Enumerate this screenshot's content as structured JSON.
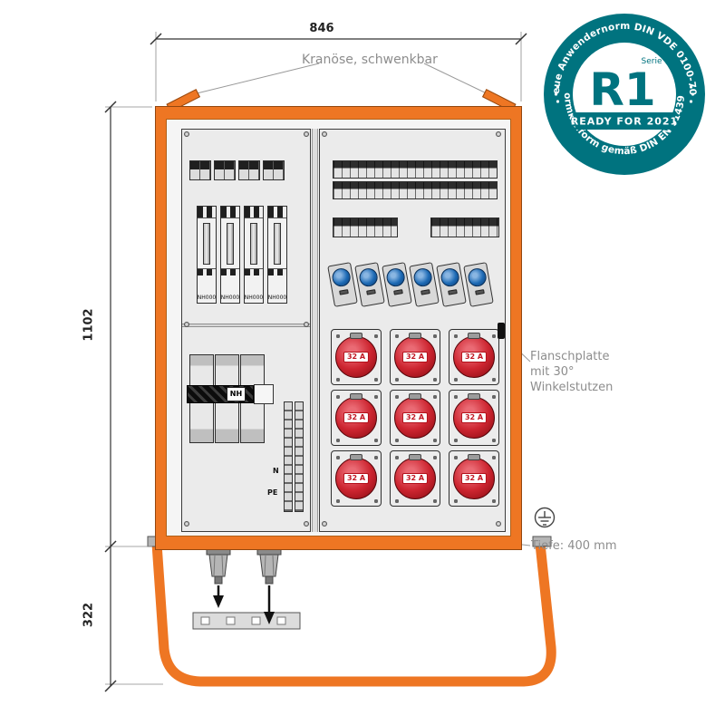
{
  "dimensions": {
    "width_top": "846",
    "height_side": "1102",
    "stand_height": "322"
  },
  "notes": {
    "crane": "Kranöse, schwenkbar",
    "flange_line1": "Flanschplatte",
    "flange_line2": "mit 30°",
    "flange_line3": "Winkelstutzen",
    "depth": "Tiefe: 400 mm"
  },
  "left_panel": {
    "nh_fuse_label": "NH000",
    "switch_label": "NH",
    "neutral_label": "N",
    "pe_label": "PE"
  },
  "right_panel": {
    "red_socket_label": "32 A"
  },
  "badge": {
    "arc_top": "Neue Anwendernorm DIN VDE 0100-704",
    "arc_bottom": "Normkonform gemäß DIN EN 61439-4",
    "code": "R1",
    "serie": "Serie",
    "banner": "READY FOR 2021"
  },
  "colors": {
    "cabinet_orange": "#EE7623",
    "badge_teal": "#00737F",
    "socket_red": "#C8202A",
    "socket_blue": "#1565B0"
  }
}
